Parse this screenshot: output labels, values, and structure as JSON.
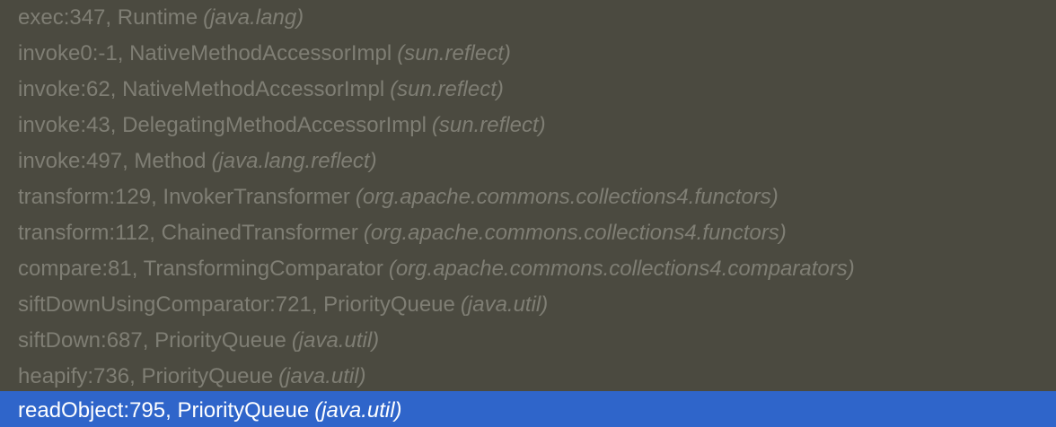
{
  "frames": [
    {
      "method": "exec:347, Runtime",
      "package": "(java.lang)"
    },
    {
      "method": "invoke0:-1, NativeMethodAccessorImpl",
      "package": "(sun.reflect)"
    },
    {
      "method": "invoke:62, NativeMethodAccessorImpl",
      "package": "(sun.reflect)"
    },
    {
      "method": "invoke:43, DelegatingMethodAccessorImpl",
      "package": "(sun.reflect)"
    },
    {
      "method": "invoke:497, Method",
      "package": "(java.lang.reflect)"
    },
    {
      "method": "transform:129, InvokerTransformer",
      "package": "(org.apache.commons.collections4.functors)"
    },
    {
      "method": "transform:112, ChainedTransformer",
      "package": "(org.apache.commons.collections4.functors)"
    },
    {
      "method": "compare:81, TransformingComparator",
      "package": "(org.apache.commons.collections4.comparators)"
    },
    {
      "method": "siftDownUsingComparator:721, PriorityQueue",
      "package": "(java.util)"
    },
    {
      "method": "siftDown:687, PriorityQueue",
      "package": "(java.util)"
    },
    {
      "method": "heapify:736, PriorityQueue",
      "package": "(java.util)"
    },
    {
      "method": "readObject:795, PriorityQueue",
      "package": "(java.util)"
    }
  ],
  "selected_frame_index": 11,
  "colors": {
    "background": "#4b4a40",
    "text": "#7f7e74",
    "selection_background": "#2f65ca",
    "selection_text": "#ffffff"
  }
}
